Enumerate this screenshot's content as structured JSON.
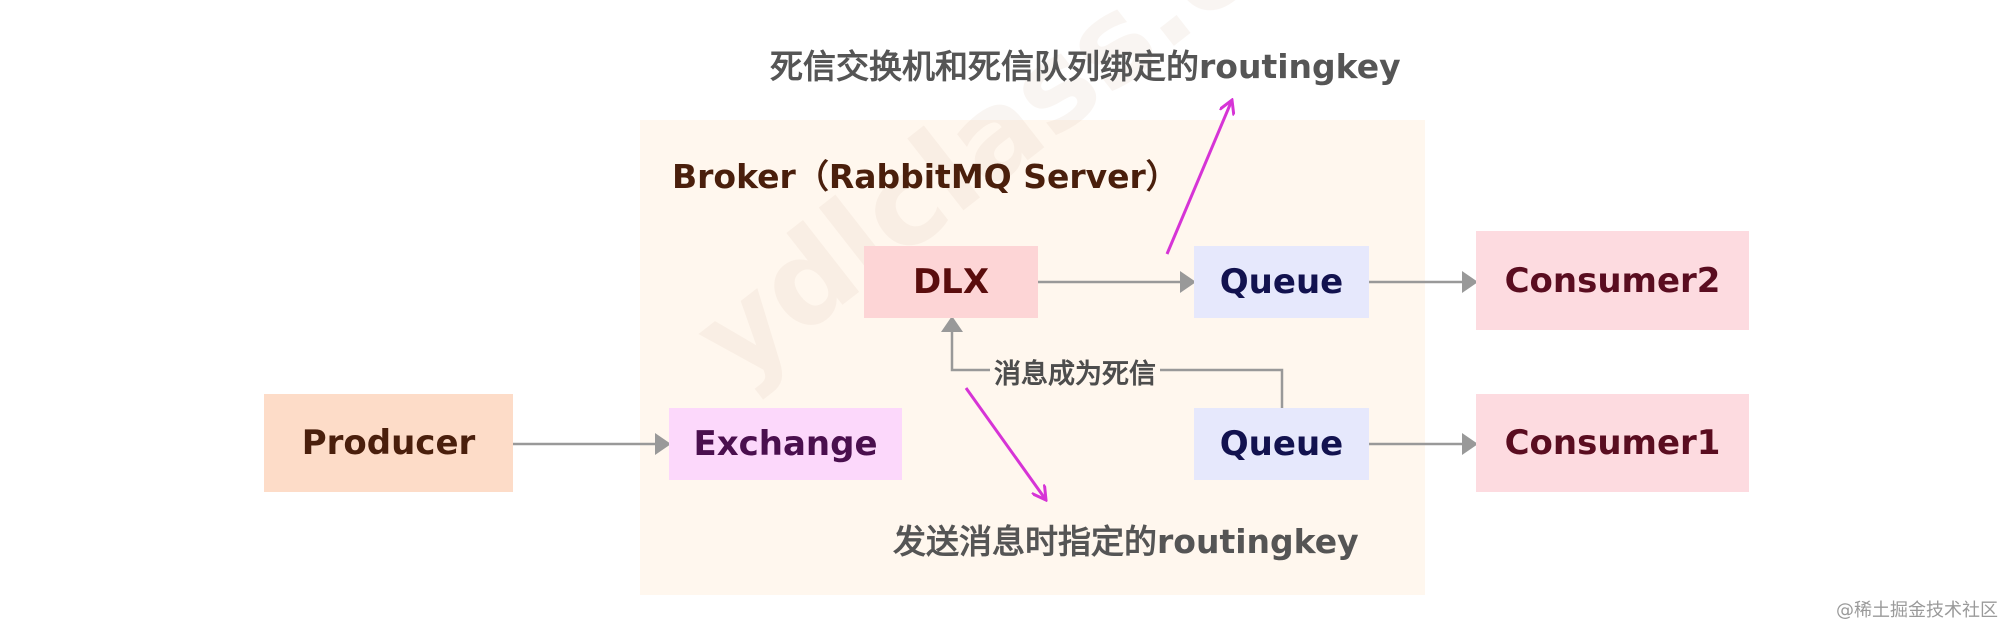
{
  "broker": {
    "label": "Broker（RabbitMQ Server）"
  },
  "nodes": {
    "producer": "Producer",
    "exchange": "Exchange",
    "dlx": "DLX",
    "queue_top": "Queue",
    "queue_bottom": "Queue",
    "consumer2": "Consumer2",
    "consumer1": "Consumer1"
  },
  "annotations": {
    "top": "死信交换机和死信队列绑定的routingkey",
    "bottom": "发送消息时指定的routingkey",
    "middle": "消息成为死信"
  },
  "watermark": "ydlclass.com",
  "credit": "@稀土掘金技术社区",
  "colors": {
    "arrow_gray": "#999999",
    "annotation_arrow": "#d634d6",
    "broker_bg": "#fff7ee"
  }
}
